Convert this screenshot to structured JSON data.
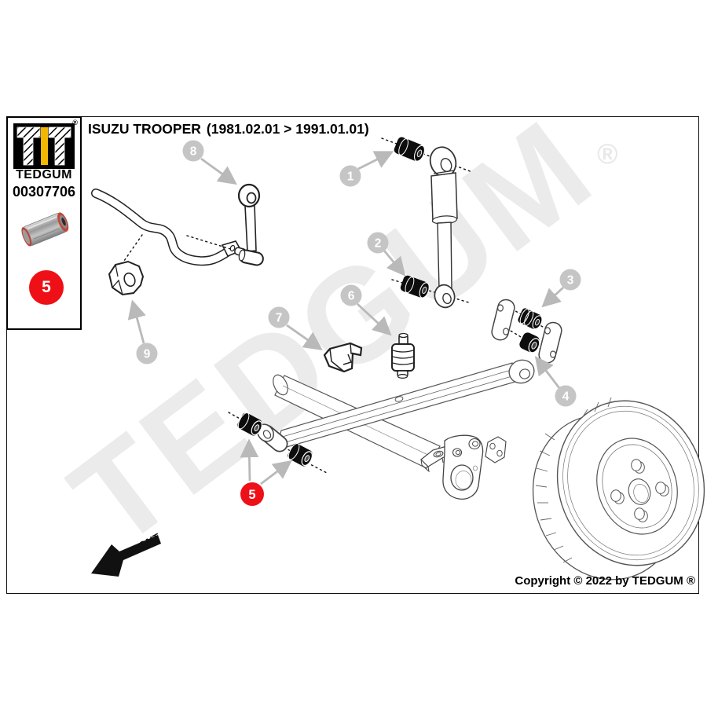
{
  "header": {
    "vehicle": "ISUZU TROOPER",
    "range": "(1981.02.01 > 1991.01.01)"
  },
  "sidebar": {
    "brand": "TEDGUM",
    "registered": "®",
    "part_number": "00307706",
    "photo_icon": "metal-rubber-bushing-photo",
    "highlighted_ref": {
      "label": "5"
    }
  },
  "watermark": {
    "text": "TEDGUM",
    "registered": "®"
  },
  "diagram": {
    "front_label": "FRONT",
    "callouts": [
      {
        "label": "1",
        "part": "shock-absorber-upper-bushing"
      },
      {
        "label": "2",
        "part": "shock-absorber-lower-bushing"
      },
      {
        "label": "3",
        "part": "shackle-upper-bushing"
      },
      {
        "label": "4",
        "part": "shackle-lower-bushing"
      },
      {
        "label": "6",
        "part": "bump-stop"
      },
      {
        "label": "7",
        "part": "spring-seat-bracket"
      },
      {
        "label": "8",
        "part": "stabilizer-link"
      },
      {
        "label": "9",
        "part": "stabilizer-bar-bushing"
      }
    ],
    "highlight_callout": {
      "label": "5",
      "part": "leaf-spring-eye-bushings"
    }
  },
  "footer": {
    "copyright": "Copyright © 2022 by TEDGUM ®"
  },
  "colors": {
    "accent_red": "#ee1016",
    "callout_gray": "#c5c5c5",
    "arrow_gray": "#b9b9b9",
    "brand_yellow": "#f2b705",
    "watermark_gray": "#ebebeb"
  }
}
